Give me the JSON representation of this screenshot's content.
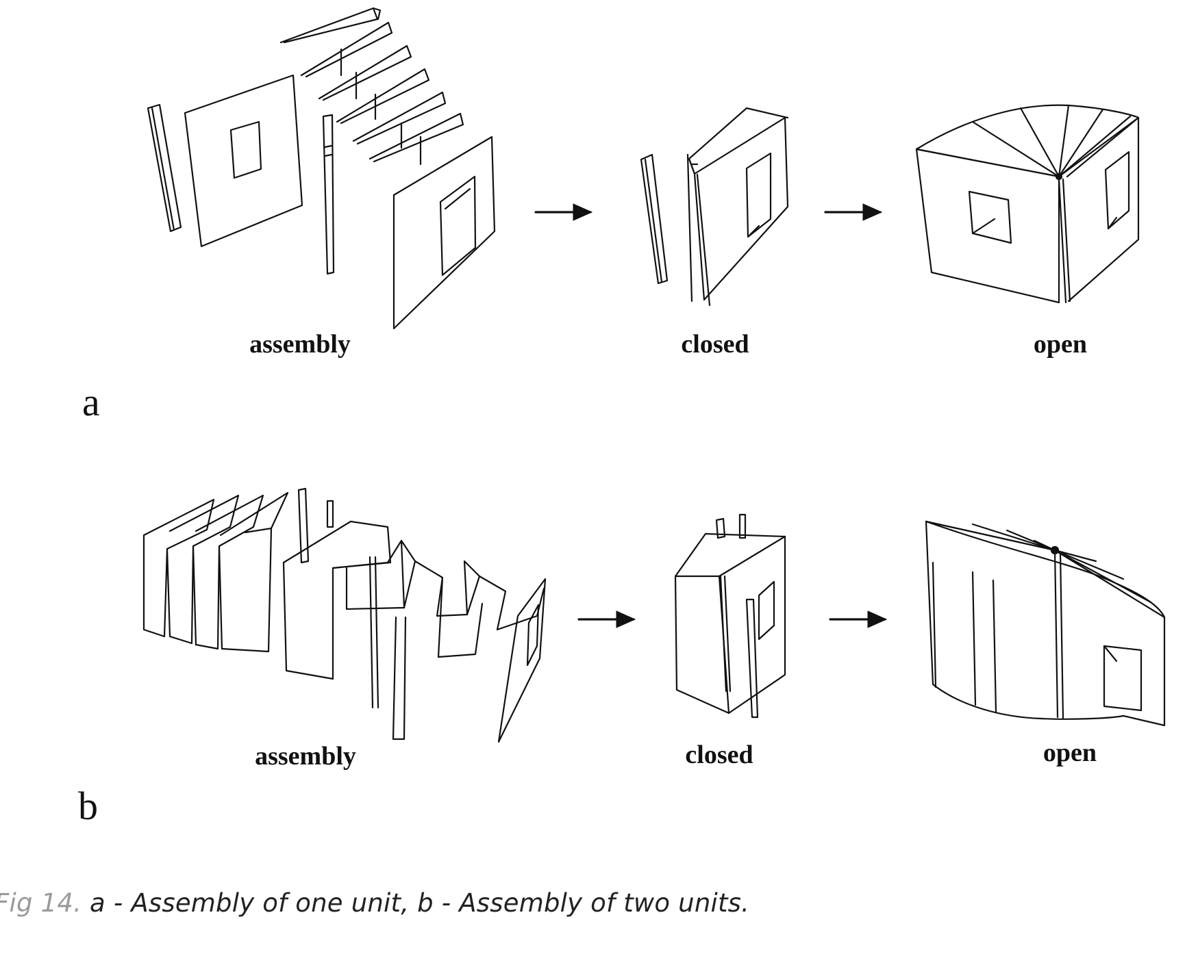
{
  "figure": {
    "row_a": {
      "letter": "a",
      "labels": {
        "assembly": "assembly",
        "closed": "closed",
        "open": "open"
      }
    },
    "row_b": {
      "letter": "b",
      "labels": {
        "assembly": "assembly",
        "closed": "closed",
        "open": "open"
      }
    }
  },
  "caption": {
    "number": "Fig 14.",
    "text": "a - Assembly of one unit, b - Assembly of two units."
  },
  "colors": {
    "ink": "#111111",
    "caption_number": "#9a9a9a",
    "caption_text": "#222222"
  }
}
